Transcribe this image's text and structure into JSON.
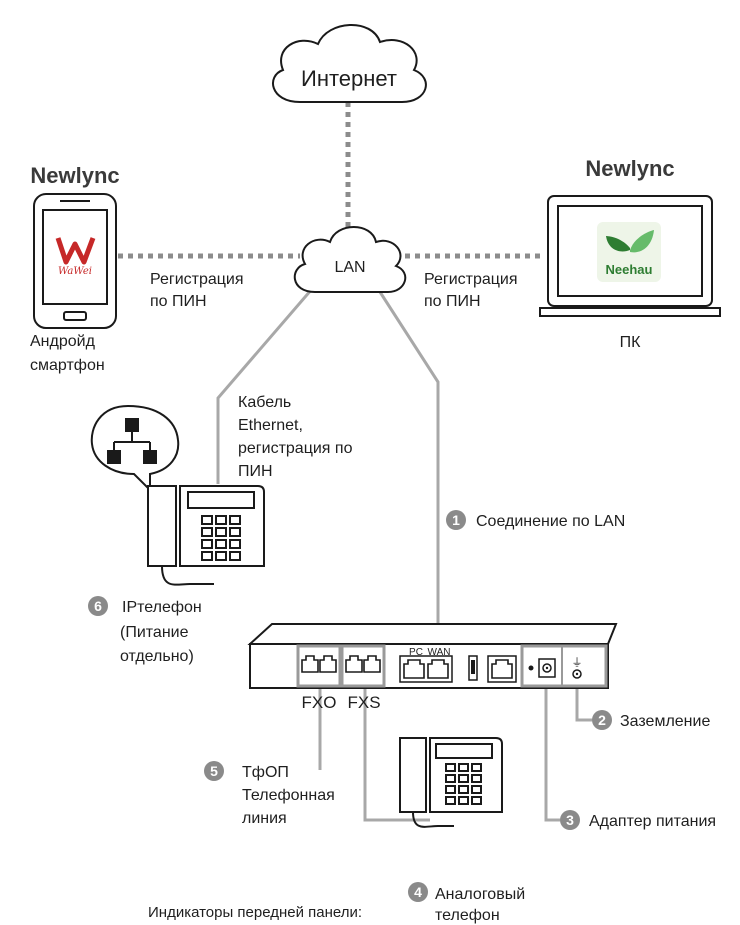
{
  "clouds": {
    "internet": "Интернет",
    "lan": "LAN"
  },
  "devices": {
    "smartphone": {
      "header": "Newlync",
      "app_logo": "WaWei",
      "caption_lines": [
        "Андройд",
        "смартфон"
      ]
    },
    "pc": {
      "header": "Newlync",
      "app_logo": "Neehau",
      "caption": "ПК"
    },
    "ip_phone": {
      "caption": "IPтелефон",
      "note_lines": [
        "(Питание",
        "отдельно)"
      ]
    },
    "analog_phone": {
      "caption_lines": [
        "Аналоговый",
        "телефон"
      ]
    }
  },
  "links": {
    "phone_registration": [
      "Регистрация",
      "по ПИН"
    ],
    "pc_registration": [
      "Регистрация",
      "по ПИН"
    ],
    "ethernet_cable": [
      "Кабель",
      "Ethernet,",
      "регистрация по",
      "ПИН"
    ]
  },
  "gateway": {
    "ports": {
      "pc": "PC",
      "wan": "WAN",
      "fxo": "FXO",
      "fxs": "FXS"
    },
    "ground_symbol": "⏚"
  },
  "callouts": [
    {
      "number": "1",
      "text": "Соединение по LAN"
    },
    {
      "number": "2",
      "text": "Заземление"
    },
    {
      "number": "3",
      "text": "Адаптер питания"
    },
    {
      "number": "4",
      "text": ""
    },
    {
      "number": "5",
      "lines": [
        "ТфОП",
        "Телефонная",
        "линия"
      ]
    },
    {
      "number": "6",
      "text": ""
    }
  ],
  "footer": {
    "front_panel": "Индикаторы передней панели:"
  }
}
